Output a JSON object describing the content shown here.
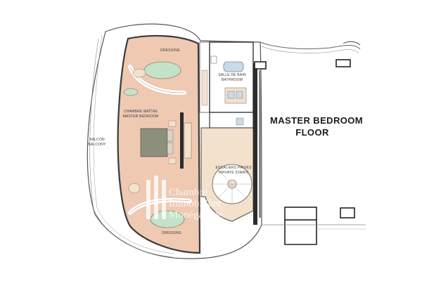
{
  "title": {
    "line1": "MASTER BEDROOM",
    "line2": "FLOOR"
  },
  "rooms": {
    "dressing_top": "DRESSING",
    "bathroom_fr": "SALLE DE BAIN",
    "bathroom_en": "BATHROOM",
    "bedroom_fr": "CHAMBRE MAÎTRE",
    "bedroom_en": "MASTER BEDROOM",
    "balcony_fr": "BALCON",
    "balcony_en": "BALCONY",
    "stairs_fr": "ESCALIERS PRIVÉS",
    "stairs_en": "PRIVATE STAIRS",
    "dressing_bottom": "DRESSING"
  },
  "watermark": {
    "line1": "Chambre",
    "line2": "Immobilière",
    "line3": "Monégasque"
  },
  "colors": {
    "floor": "#efc9b2",
    "wall": "#2c2c2c",
    "wood": "#f4e1cc",
    "pool": "#c4e2c8",
    "furniture": "#8b8f7b",
    "white": "#ffffff"
  }
}
